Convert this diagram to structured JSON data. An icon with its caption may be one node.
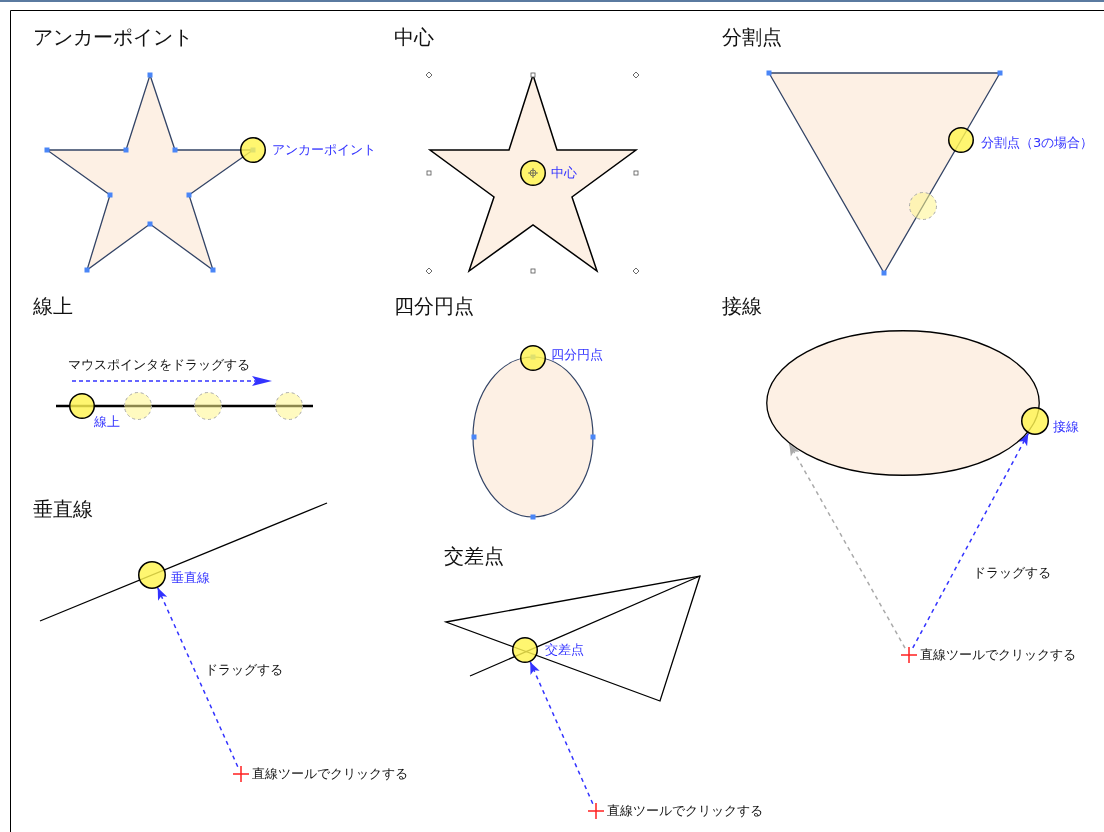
{
  "diagram": {
    "nodes": [
      {
        "text": [],
        "shape": "circle",
        "beside": [
          "アンカーポイント"
        ]
      },
      {
        "text": [],
        "shape": "circle",
        "beside": [
          "中心"
        ]
      },
      {
        "text": [],
        "shape": "circle",
        "beside": [
          "分割点（3の場合）"
        ]
      },
      {
        "text": [],
        "shape": "circle",
        "beside": [
          "線上"
        ]
      },
      {
        "text": [],
        "shape": "circle",
        "beside": [
          "四分円点"
        ]
      },
      {
        "text": [],
        "shape": "ellipse"
      },
      {
        "text": [],
        "shape": "circle",
        "beside": [
          "接線"
        ]
      },
      {
        "text": [],
        "shape": "circle",
        "beside": [
          "垂直線"
        ]
      },
      {
        "text": [],
        "shape": "circle",
        "beside": [
          "交差点"
        ]
      },
      {
        "text": [],
        "shape": "crosshair",
        "beside": [
          "直線ツールでクリックする"
        ]
      },
      {
        "text": [],
        "shape": "crosshair",
        "beside": [
          "直線ツールでクリックする"
        ]
      },
      {
        "text": [],
        "shape": "crosshair",
        "beside": [
          "直線ツールでクリックする"
        ]
      }
    ],
    "edges": [
      {
        "from": 9,
        "to": 6,
        "arrow": "to",
        "style": "dashed"
      },
      {
        "from": 9,
        "to": 5,
        "arrow": "to",
        "style": "dashed",
        "color": "#aaaaaa"
      },
      {
        "from": 10,
        "to": 7,
        "arrow": "to",
        "style": "dashed"
      },
      {
        "from": 11,
        "to": 8,
        "arrow": "to",
        "style": "dashed"
      }
    ],
    "labels": [
      "アンカーポイント",
      "中心",
      "分割点",
      "線上",
      "マウスポインタをドラッグする",
      "四分円点",
      "接線",
      "垂直線",
      "交差点",
      "ドラッグする",
      "ドラッグする"
    ]
  }
}
